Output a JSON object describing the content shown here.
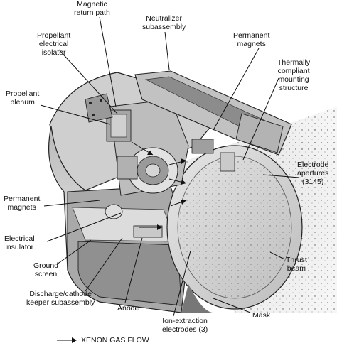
{
  "labels": {
    "magnetic_return_path": "Magnetic\nreturn path",
    "neutralizer_subassembly": "Neutralizer\nsubassembly",
    "propellant_electrical_isolator": "Propellant\nelectrical\nisolator",
    "permanent_magnets_top": "Permanent\nmagnets",
    "thermally_compliant_mounting_structure": "Thermally\ncompliant\nmounting\nstructure",
    "propellant_plenum": "Propellant\nplenum",
    "electrode_apertures": "Electrode\napertures\n(3145)",
    "permanent_magnets_left": "Permanent\nmagnets",
    "electrical_insulator": "Electrical\ninsulator",
    "ground_screen": "Ground\nscreen",
    "thrust_beam": "Thrust\nbeam",
    "discharge_cathode_keeper_subassembly": "Discharge/cathode\nkeeper subassembly",
    "anode": "Anode",
    "ion_extraction_electrodes": "Ion-extraction\nelectrodes (3)",
    "mask": "Mask"
  },
  "legend": {
    "label": "XENON GAS FLOW"
  }
}
